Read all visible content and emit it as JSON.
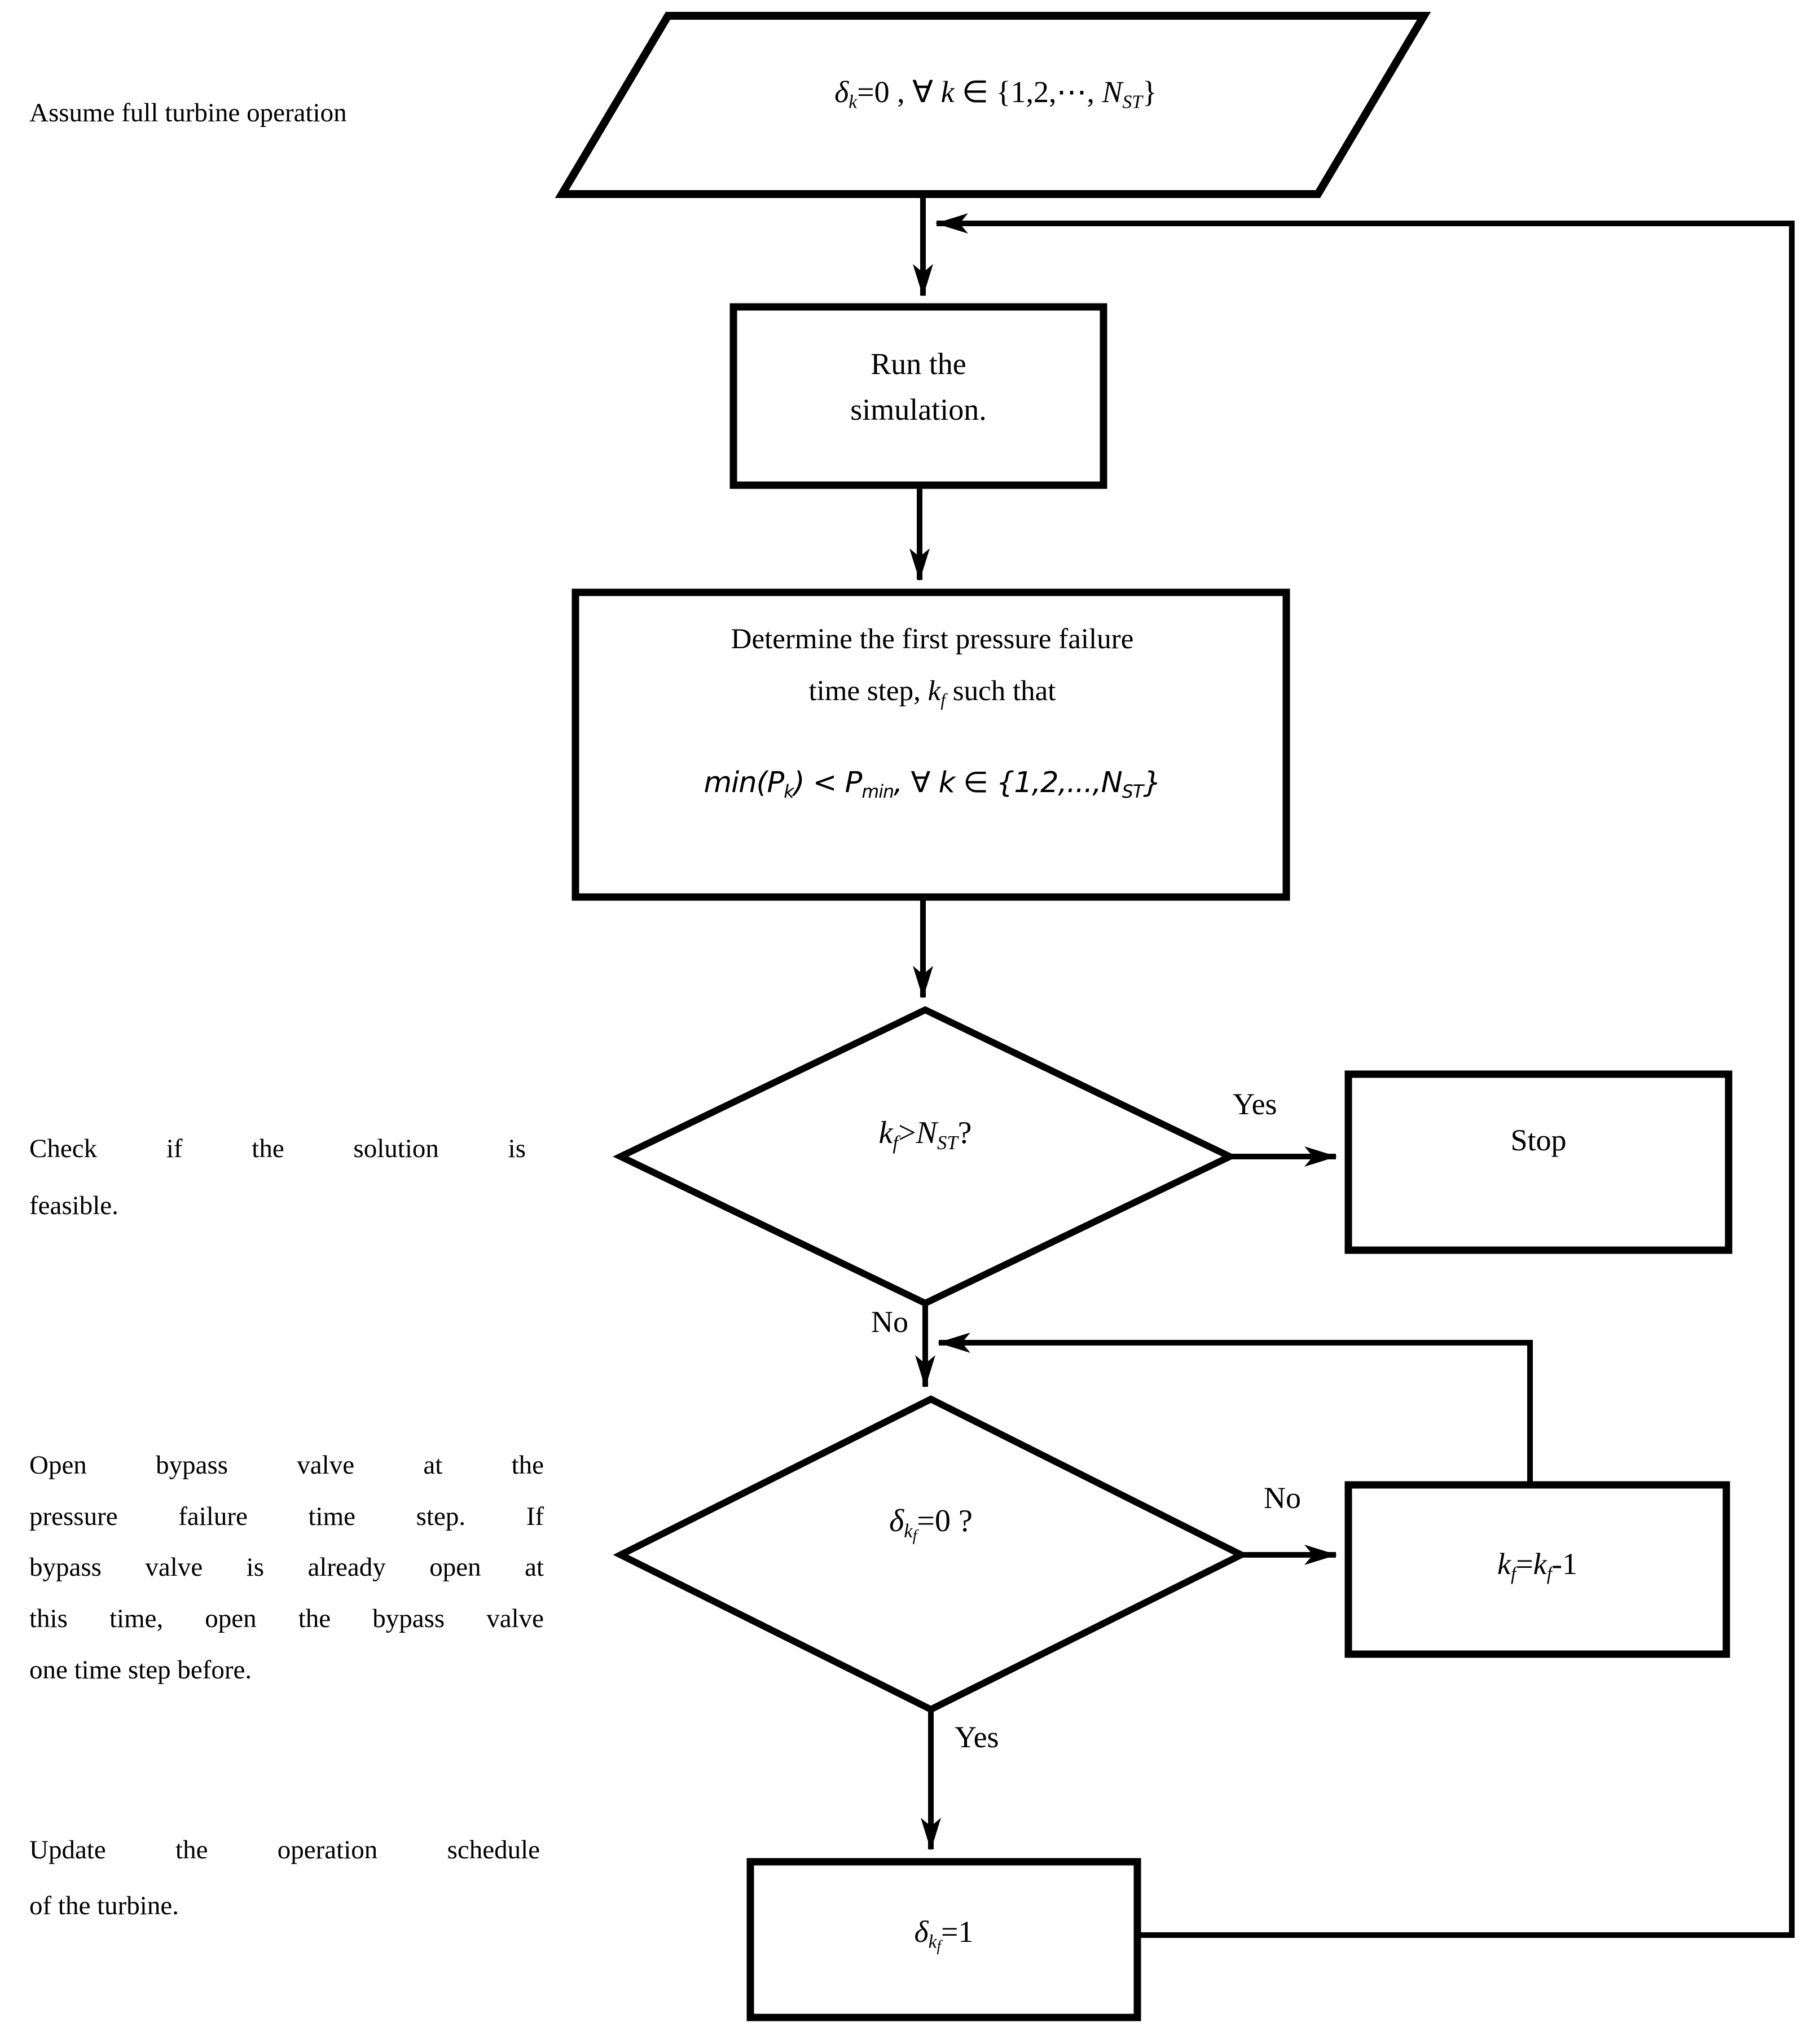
{
  "diagram_type": "flowchart",
  "colors": {
    "line": "#000000",
    "text": "#000000",
    "background": "#ffffff"
  },
  "side_notes": [
    {
      "id": "assume",
      "lines": [
        "Assume full turbine operation"
      ]
    },
    {
      "id": "check",
      "lines": [
        "Check if the solution is",
        "feasible."
      ]
    },
    {
      "id": "open",
      "lines": [
        "Open bypass valve at the",
        "pressure failure time step. If",
        "bypass valve is already open at",
        "this time, open the bypass valve",
        "one time step before."
      ]
    },
    {
      "id": "update",
      "lines": [
        "Update the operation schedule",
        "of the turbine."
      ]
    }
  ],
  "nodes": {
    "init": {
      "shape": "parallelogram",
      "segments": [
        {
          "t": "δ",
          "i": 1
        },
        {
          "t": "k",
          "lvl": 1,
          "i": 1
        },
        {
          "t": "=0 , "
        },
        {
          "t": "∀ "
        },
        {
          "t": "k",
          "i": 1
        },
        {
          "t": " ∈ {1,2,⋯, "
        },
        {
          "t": "N",
          "i": 1
        },
        {
          "t": "ST",
          "lvl": 1,
          "i": 1
        },
        {
          "t": "}"
        }
      ]
    },
    "run": {
      "shape": "process",
      "lines": [
        "Run the",
        "simulation."
      ]
    },
    "determine": {
      "shape": "process",
      "line1": "Determine the first pressure failure",
      "line2_segments": [
        {
          "t": "time step, "
        },
        {
          "t": "k",
          "i": 1
        },
        {
          "t": "f",
          "lvl": 1,
          "i": 1
        },
        {
          "t": " such that"
        }
      ],
      "formula_segments": [
        {
          "t": "min(",
          "i": 1
        },
        {
          "t": "P",
          "i": 1
        },
        {
          "t": "k",
          "lvl": 1,
          "i": 1
        },
        {
          "t": ") < ",
          "i": 1
        },
        {
          "t": "P",
          "i": 1
        },
        {
          "t": "min",
          "lvl": 1,
          "i": 1
        },
        {
          "t": ", ∀ ",
          "i": 1
        },
        {
          "t": "k",
          "i": 1
        },
        {
          "t": " ∈ {1,2,...,",
          "i": 1
        },
        {
          "t": "N",
          "i": 1
        },
        {
          "t": "ST",
          "lvl": 1,
          "i": 1
        },
        {
          "t": "}",
          "i": 1
        }
      ]
    },
    "feasible": {
      "shape": "decision",
      "segments": [
        {
          "t": "k",
          "i": 1
        },
        {
          "t": "f",
          "lvl": 1,
          "i": 1
        },
        {
          "t": ">"
        },
        {
          "t": "N",
          "i": 1
        },
        {
          "t": "ST",
          "lvl": 1,
          "i": 1
        },
        {
          "t": "?"
        }
      ]
    },
    "stop": {
      "shape": "process",
      "text": "Stop"
    },
    "valve": {
      "shape": "decision",
      "segments": [
        {
          "t": "δ",
          "i": 1
        },
        {
          "t": "k",
          "lvl": 1,
          "i": 1
        },
        {
          "t": "f",
          "lvl": 2,
          "i": 1
        },
        {
          "t": "=0 ?"
        }
      ]
    },
    "decrement": {
      "shape": "process",
      "segments": [
        {
          "t": "k",
          "i": 1
        },
        {
          "t": "f",
          "lvl": 1,
          "i": 1
        },
        {
          "t": "="
        },
        {
          "t": "k",
          "i": 1
        },
        {
          "t": "f",
          "lvl": 1,
          "i": 1
        },
        {
          "t": "-1"
        }
      ]
    },
    "set_open": {
      "shape": "process",
      "segments": [
        {
          "t": "δ",
          "i": 1
        },
        {
          "t": "k",
          "lvl": 1,
          "i": 1
        },
        {
          "t": "f",
          "lvl": 2,
          "i": 1
        },
        {
          "t": "=1"
        }
      ]
    }
  },
  "edge_labels": {
    "yes_top": "Yes",
    "no_top": "No",
    "no_bottom": "No",
    "yes_bottom": "Yes"
  }
}
